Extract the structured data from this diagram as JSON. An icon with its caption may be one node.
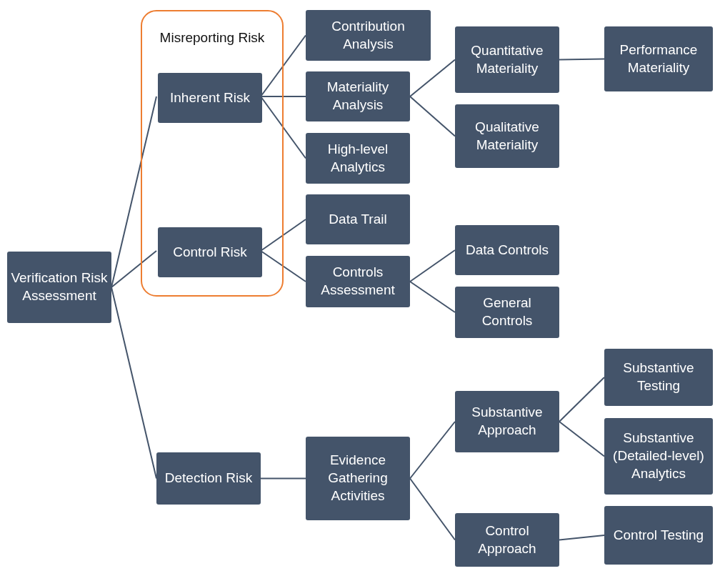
{
  "diagram": {
    "nodes": [
      {
        "text": [
          "Verification Risk Assessment"
        ]
      },
      {
        "text": [
          "Misreporting Risk"
        ]
      },
      {
        "text": [
          "Inherent Risk"
        ],
        "in": 1
      },
      {
        "text": [
          "Control Risk"
        ],
        "in": 1
      },
      {
        "text": [
          "Detection Risk"
        ]
      },
      {
        "text": [
          "Contribution Analysis"
        ]
      },
      {
        "text": [
          "Materiality Analysis"
        ]
      },
      {
        "text": [
          "High-level Analytics"
        ]
      },
      {
        "text": [
          "Data Trail"
        ]
      },
      {
        "text": [
          "Controls Assessment"
        ]
      },
      {
        "text": [
          "Quantitative Materiality"
        ]
      },
      {
        "text": [
          "Qualitative Materiality"
        ]
      },
      {
        "text": [
          "Performance Materiality"
        ]
      },
      {
        "text": [
          "Data Controls"
        ]
      },
      {
        "text": [
          "General Controls"
        ]
      },
      {
        "text": [
          "Evidence Gathering Activities"
        ]
      },
      {
        "text": [
          "Substantive Approach"
        ]
      },
      {
        "text": [
          "Control Approach"
        ]
      },
      {
        "text": [
          "Substantive Testing"
        ]
      },
      {
        "text": [
          "Substantive (Detailed-level) Analytics"
        ]
      },
      {
        "text": [
          "Control Testing"
        ]
      }
    ],
    "edges": [
      {
        "from": 0,
        "to": 2,
        "arrow": "none"
      },
      {
        "from": 0,
        "to": 3,
        "arrow": "none"
      },
      {
        "from": 0,
        "to": 4,
        "arrow": "none"
      },
      {
        "from": 2,
        "to": 5,
        "arrow": "none"
      },
      {
        "from": 2,
        "to": 6,
        "arrow": "none"
      },
      {
        "from": 2,
        "to": 7,
        "arrow": "none"
      },
      {
        "from": 3,
        "to": 8,
        "arrow": "none"
      },
      {
        "from": 3,
        "to": 9,
        "arrow": "none"
      },
      {
        "from": 6,
        "to": 10,
        "arrow": "none"
      },
      {
        "from": 6,
        "to": 11,
        "arrow": "none"
      },
      {
        "from": 10,
        "to": 12,
        "arrow": "none"
      },
      {
        "from": 9,
        "to": 13,
        "arrow": "none"
      },
      {
        "from": 9,
        "to": 14,
        "arrow": "none"
      },
      {
        "from": 4,
        "to": 15,
        "arrow": "none"
      },
      {
        "from": 15,
        "to": 16,
        "arrow": "none"
      },
      {
        "from": 15,
        "to": 17,
        "arrow": "none"
      },
      {
        "from": 16,
        "to": 18,
        "arrow": "none"
      },
      {
        "from": 16,
        "to": 19,
        "arrow": "none"
      },
      {
        "from": 17,
        "to": 20,
        "arrow": "none"
      }
    ]
  }
}
